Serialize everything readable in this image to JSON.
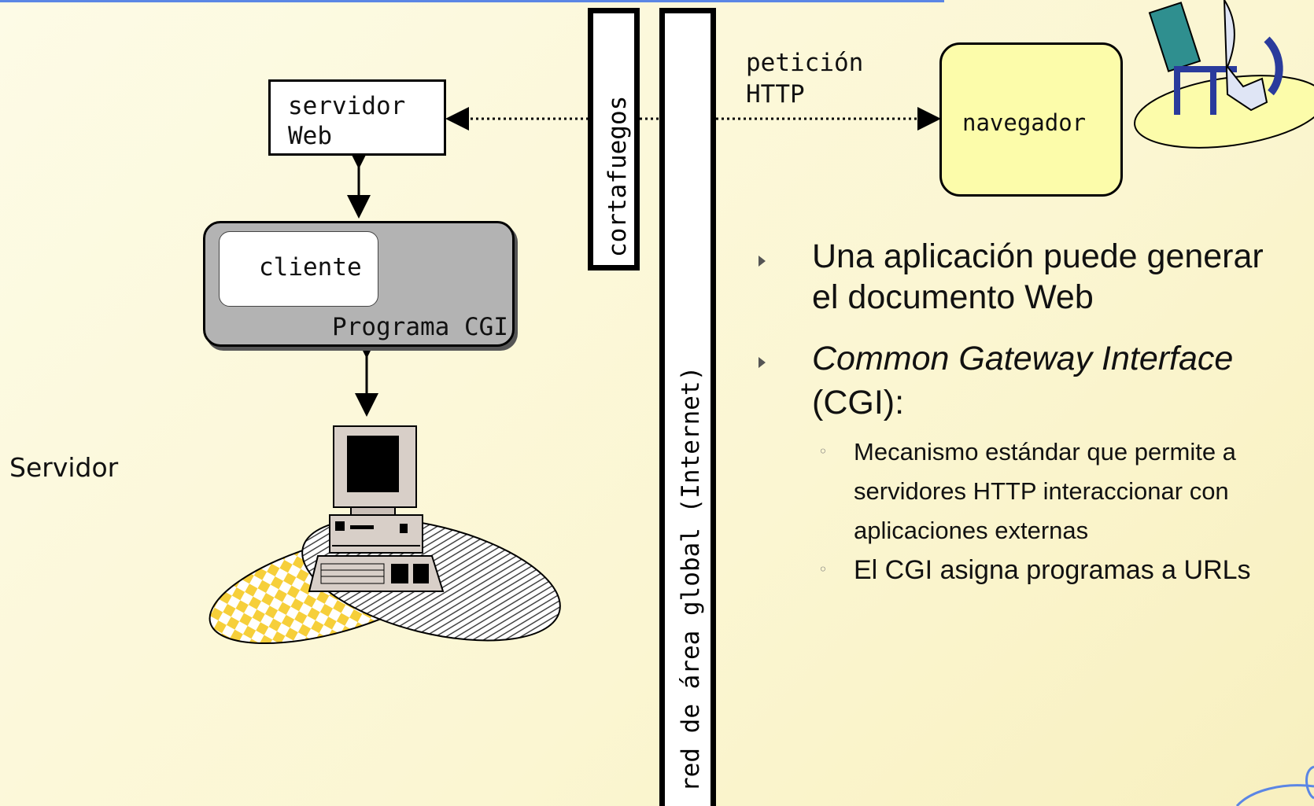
{
  "diagram": {
    "servidor_web": "servidor\nWeb",
    "cliente": "cliente",
    "programa_cgi": "Programa CGI",
    "navegador": "navegador",
    "peticion_http": "petición\nHTTP",
    "cortafuegos": "cortafuegos",
    "red_area_global": "red de área global (Internet)",
    "servidor": "Servidor"
  },
  "bullets": {
    "item1": "Una  aplicación puede generar el documento Web",
    "item1_line1": "Una  aplicación puede generar",
    "item1_line2": "el documento Web",
    "item2_italic": "Common Gateway Interface",
    "item2_rest": "(CGI):",
    "sub1_line1": "Mecanismo estándar que permite a",
    "sub1_line2": "servidores HTTP interaccionar con",
    "sub1_line3": "aplicaciones externas",
    "sub2": "El CGI asigna programas a URLs"
  },
  "colors": {
    "background": "#fbf6d2",
    "navegador_fill": "#fcfcaa",
    "cgi_fill": "#b3b3b3",
    "accent_line": "#5b86e5"
  }
}
